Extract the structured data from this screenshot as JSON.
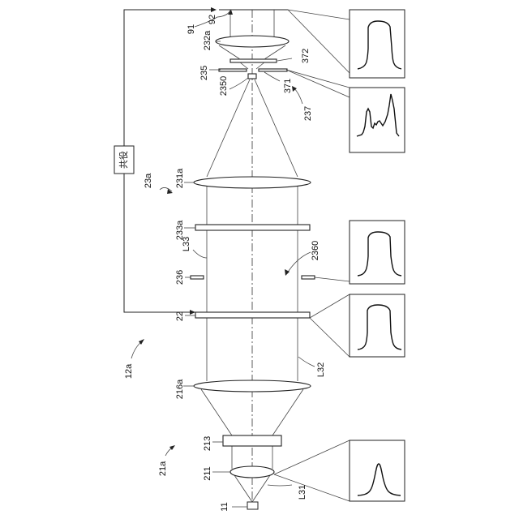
{
  "labels": {
    "l11": "11",
    "lL31": "L31",
    "l211": "211",
    "l21a": "21a",
    "l213": "213",
    "l216a": "216a",
    "l12a": "12a",
    "lL32": "L32",
    "l22": "22",
    "l236": "236",
    "l2360": "2360",
    "lL33": "L33",
    "l233a": "233a",
    "l23a": "23a",
    "l231a": "231a",
    "l237": "237",
    "l371": "371",
    "l2350": "2350",
    "l235": "235",
    "l372": "372",
    "l232a": "232a",
    "l91": "91",
    "l92": "92",
    "kyoyaku": "共役"
  }
}
